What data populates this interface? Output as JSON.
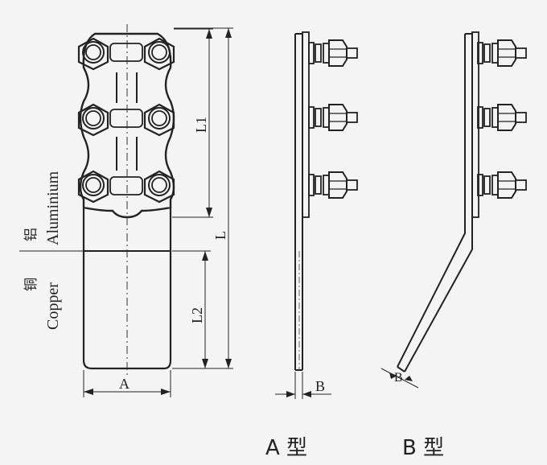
{
  "labels": {
    "dim_a": "A",
    "dim_b_a": "B",
    "dim_b_b": "B",
    "dim_l": "L",
    "dim_l1": "L1",
    "dim_l2": "L2",
    "material_top_en": "Aluminium",
    "material_top_cn": "铝",
    "material_bottom_en": "Copper",
    "material_bottom_cn": "铜"
  },
  "captions": {
    "type_a": "A 型",
    "type_b": "B 型"
  }
}
